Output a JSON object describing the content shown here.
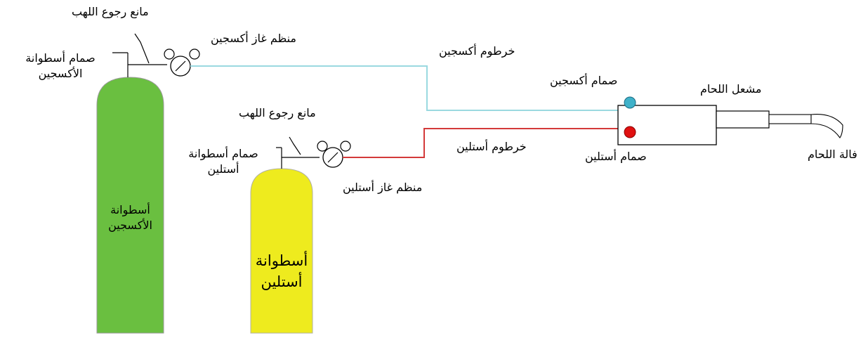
{
  "labels": {
    "oxygen_flashback": "مانع رجوع اللهب",
    "oxygen_regulator": "منظم غاز أكسجين",
    "oxygen_valve_line1": "صمام أسطوانة",
    "oxygen_valve_line2": "الأكسجين",
    "oxygen_hose": "خرطوم أكسجين",
    "torch_oxygen_valve": "صمام أكسجين",
    "torch": "مشعل اللحام",
    "tip": "فالة اللحام",
    "torch_acetylene_valve": "صمام أستلين",
    "acetylene_hose": "خرطوم أستلين",
    "acetylene_flashback": "مانع رجوع اللهب",
    "acetylene_valve_line1": "صمام أسطوانة",
    "acetylene_valve_line2": "أستلين",
    "acetylene_regulator": "منظم غاز أستلين",
    "oxygen_cylinder_line1": "أسطوانة",
    "oxygen_cylinder_line2": "الأكسجين",
    "acetylene_cylinder_line1": "أسطوانة",
    "acetylene_cylinder_line2": "أستلين"
  },
  "colors": {
    "oxygen_cylinder": "#6abf40",
    "acetylene_cylinder": "#eeeb1e",
    "oxygen_hose": "#9ad9e0",
    "acetylene_hose": "#d33a3a",
    "oxygen_valve": "#3fb1c9",
    "acetylene_valve": "#e01010"
  }
}
